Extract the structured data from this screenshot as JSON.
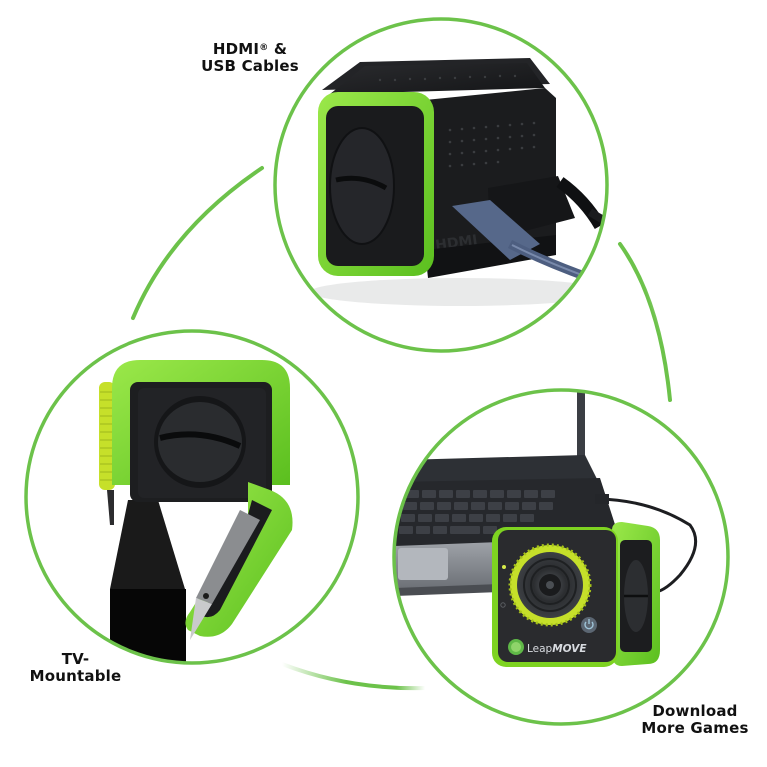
{
  "colors": {
    "accent_green": "#6cc24a",
    "device_green": "#7ed321",
    "device_lime": "#c6e02a",
    "device_black": "#1c1d1f",
    "cable_blue": "#56688a",
    "text": "#111111"
  },
  "features": [
    {
      "id": "hdmi-usb",
      "label_line1": "HDMI",
      "label_reg": "®",
      "label_amp": " &",
      "label_line2": "USB Cables",
      "image_description": "LeapMove cube with HDMI and USB cables plugged into back",
      "embossed_text": "HDMI"
    },
    {
      "id": "tv-mountable",
      "label_line1": "TV-",
      "label_line2": "Mountable",
      "image_description": "LeapMove cube clipped onto top edge of a TV with green clip"
    },
    {
      "id": "download-games",
      "label_line1": "Download",
      "label_line2": "More Games",
      "image_description": "LeapMove camera connected by cable to a laptop",
      "brand_prefix": "Leap",
      "brand_suffix": "MOVE"
    }
  ]
}
